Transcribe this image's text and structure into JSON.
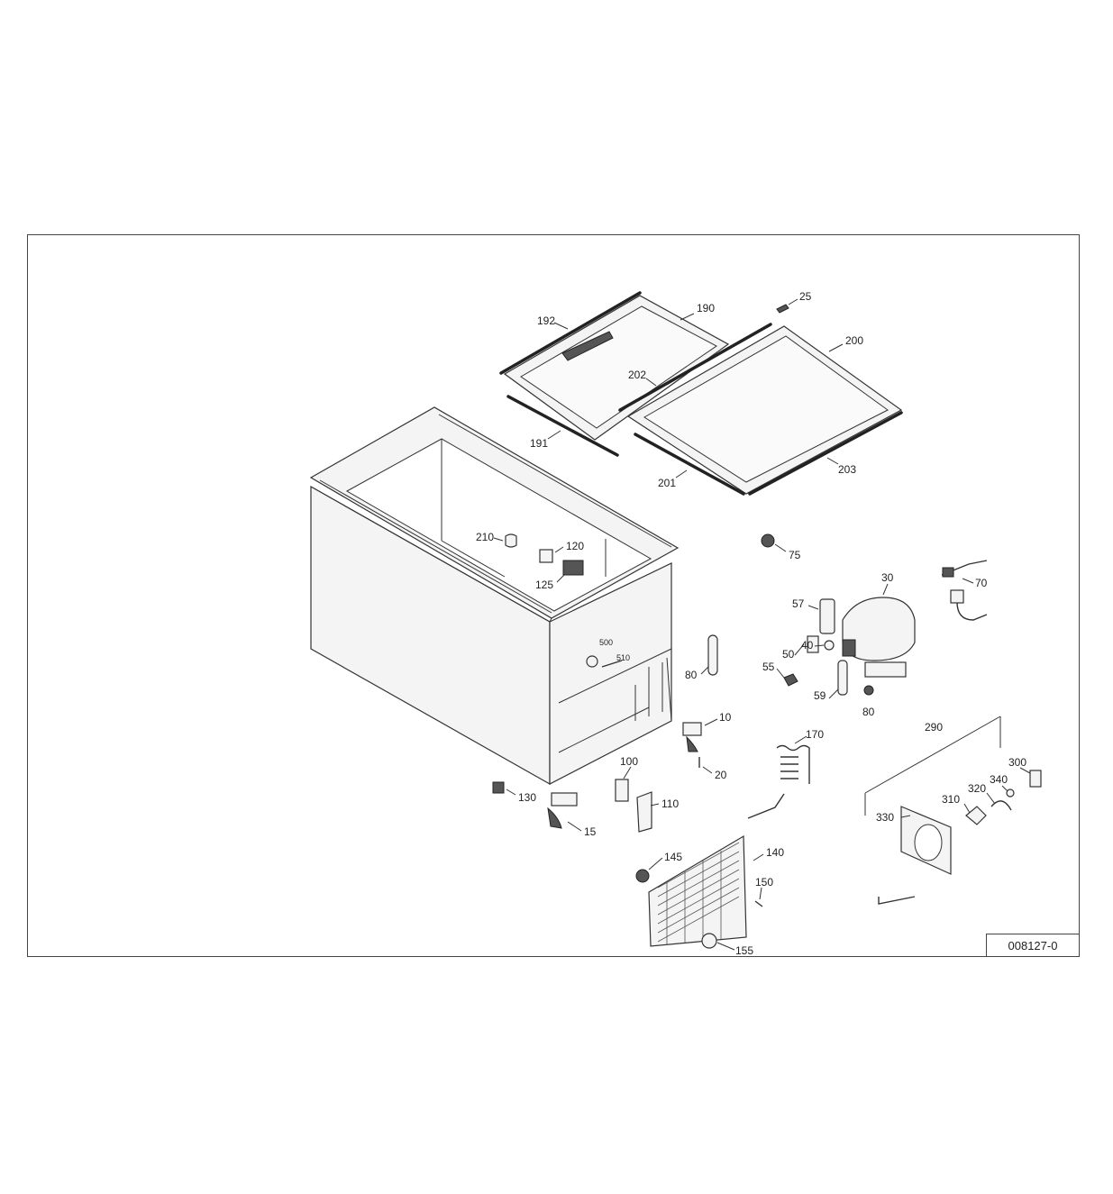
{
  "drawing_code": "008127-0",
  "callouts": {
    "c192": "192",
    "c190": "190",
    "c25": "25",
    "c200": "200",
    "c202": "202",
    "c191": "191",
    "c201": "201",
    "c203": "203",
    "c210": "210",
    "c120": "120",
    "c125": "125",
    "c75": "75",
    "c70": "70",
    "c30": "30",
    "c57": "57",
    "c500": "500",
    "c510": "510",
    "c80a": "80",
    "c50": "50",
    "c40": "40",
    "c55": "55",
    "c59": "59",
    "c80b": "80",
    "c10": "10",
    "c290": "290",
    "c170": "170",
    "c300": "300",
    "c20": "20",
    "c100": "100",
    "c340": "340",
    "c320": "320",
    "c310": "310",
    "c130": "130",
    "c110": "110",
    "c330": "330",
    "c15": "15",
    "c145": "145",
    "c140": "140",
    "c150": "150",
    "c155": "155"
  }
}
